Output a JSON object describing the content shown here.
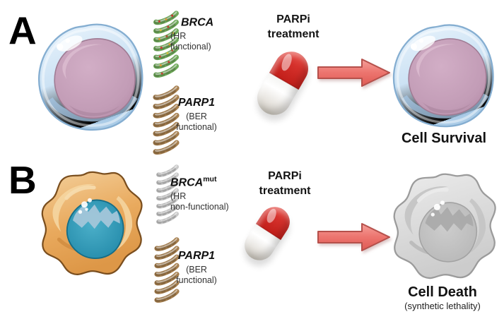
{
  "panels": {
    "a": {
      "label": "A",
      "gene1": {
        "name": "BRCA",
        "sup": "",
        "status1": "(HR",
        "status2": "functional)"
      },
      "gene2": {
        "name": "PARP1",
        "sup": "",
        "status1": "(BER",
        "status2": "functional)"
      },
      "treatment_line1": "PARPi",
      "treatment_line2": "treatment",
      "outcome": "Cell Survival"
    },
    "b": {
      "label": "B",
      "gene1": {
        "name": "BRCA",
        "sup": "mut",
        "status1": "(HR",
        "status2": "non-functional)"
      },
      "gene2": {
        "name": "PARP1",
        "sup": "",
        "status1": "(BER",
        "status2": "functional)"
      },
      "treatment_line1": "PARPi",
      "treatment_line2": "treatment",
      "outcome": "Cell Death",
      "outcome_sub": "(synthetic lethality)"
    }
  },
  "icons": {
    "healthy_cell": "round-cell-blue-membrane-pink-nucleus",
    "tumor_cell": "irregular-cell-orange-body-teal-nucleus",
    "dead_cell": "irregular-cell-gray",
    "dna_helix": "coiled-dna-strand",
    "parpi_pill": "red-white-capsule",
    "arrow": "right-block-arrow"
  },
  "colors": {
    "helix_brca_functional": "#6fa95a",
    "helix_parp1": "#a57e4e",
    "helix_brca_mut": "#c9c9c9",
    "pill_red": "#d5312c",
    "pill_white": "#ffffff",
    "arrow_fill": "#ec746e",
    "arrow_border": "#b5504b",
    "healthy_membrane": "#c7dff2",
    "healthy_nucleus": "#c29cb6",
    "tumor_body": "#e9aa5e",
    "tumor_nucleus": "#2b94b4",
    "dead_body": "#d9d9d9",
    "dead_nucleus": "#c6c6c6",
    "text": "#1b1b1b"
  }
}
